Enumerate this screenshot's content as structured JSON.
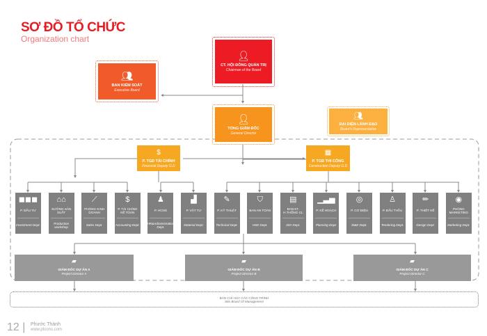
{
  "header": {
    "title": "SƠ ĐỒ TỔ CHỨC",
    "subtitle": "Organization chart"
  },
  "colors": {
    "chairman": "#ed1c24",
    "executive": "#f15a29",
    "general": "#f7941d",
    "representative": "#fbb040",
    "deputy": "#f7a823",
    "dept": "#808080",
    "project": "#999999"
  },
  "top": {
    "chairman": {
      "title": "CT. HỘI ĐỒNG QUẢN TRỊ",
      "subtitle": "Chairman of the Board",
      "icon": "person-icon"
    },
    "executive": {
      "title": "BAN KIỂM SOÁT",
      "subtitle": "Executive Board",
      "icon": "group-icon"
    },
    "general": {
      "title": "TỔNG GIÁM ĐỐC",
      "subtitle": "General Director",
      "icon": "person-icon"
    },
    "representative": {
      "title": "ĐẠI DIỆN LÃNH ĐẠO",
      "subtitle": "Board's Representative",
      "icon": "group-icon"
    }
  },
  "deputies": [
    {
      "title": "P. TGĐ TÀI CHÍNH",
      "subtitle": "Financial Deputy G.D",
      "icon": "money-icon"
    },
    {
      "title": "P. TGĐ THI CÔNG",
      "subtitle": "Construction Deputy G.D",
      "icon": "brick-icon"
    }
  ],
  "departments": [
    {
      "title": "P. ĐẦU TƯ",
      "subtitle": "Investment Dept.",
      "icon": "◼◼◼"
    },
    {
      "title": "XƯỞNG SẢN XUẤT",
      "subtitle": "Production workshop",
      "icon": "⌂⌂"
    },
    {
      "title": "PHÒNG KINH DOANH",
      "subtitle": "Sales Dept.",
      "icon": "⟋"
    },
    {
      "title": "P. TÀI CHÍNH KẾ TOÁN",
      "subtitle": "Accounting Dept.",
      "icon": "$"
    },
    {
      "title": "P. HCNS",
      "subtitle": "HR&Administration Dept.",
      "icon": "♟"
    },
    {
      "title": "P. VẬT TƯ",
      "subtitle": "Material Dept.",
      "icon": "▟"
    },
    {
      "title": "P. KỸ THUẬT",
      "subtitle": "Technical Dept.",
      "icon": "✎"
    },
    {
      "title": "BAN AN TOÀN",
      "subtitle": "HSE Dept.",
      "icon": "⛉"
    },
    {
      "title": "BAN KT. H.THỐNG CL",
      "subtitle": "ISO Dept.",
      "icon": "▤"
    },
    {
      "title": "P. KẾ HOẠCH",
      "subtitle": "Planning Dept.",
      "icon": "▁▃▅"
    },
    {
      "title": "P. CƠ ĐIỆN",
      "subtitle": "M&E Dept.",
      "icon": "◎"
    },
    {
      "title": "P. ĐẤU THẦU",
      "subtitle": "Tendering Dept.",
      "icon": "♙"
    },
    {
      "title": "P. THIẾT KẾ",
      "subtitle": "Design Dept.",
      "icon": "✏"
    },
    {
      "title": "PHÒNG MARKETING",
      "subtitle": "Marketing Dept.",
      "icon": "◉"
    }
  ],
  "projects": [
    {
      "title": "GIÁM ĐỐC DỰ ÁN A",
      "subtitle": "Project Director A"
    },
    {
      "title": "GIÁM ĐỐC DỰ ÁN B",
      "subtitle": "Project Director B"
    },
    {
      "title": "GIÁM ĐỐC DỰ ÁN C",
      "subtitle": "Project Director C"
    }
  ],
  "site": {
    "title": "BAN CHỈ HUY CÁC CÔNG TRÌNH",
    "subtitle": "Site Board Of Management"
  },
  "footer": {
    "page": "12",
    "company": "Phước Thành",
    "url": "www.ptcons.com"
  }
}
